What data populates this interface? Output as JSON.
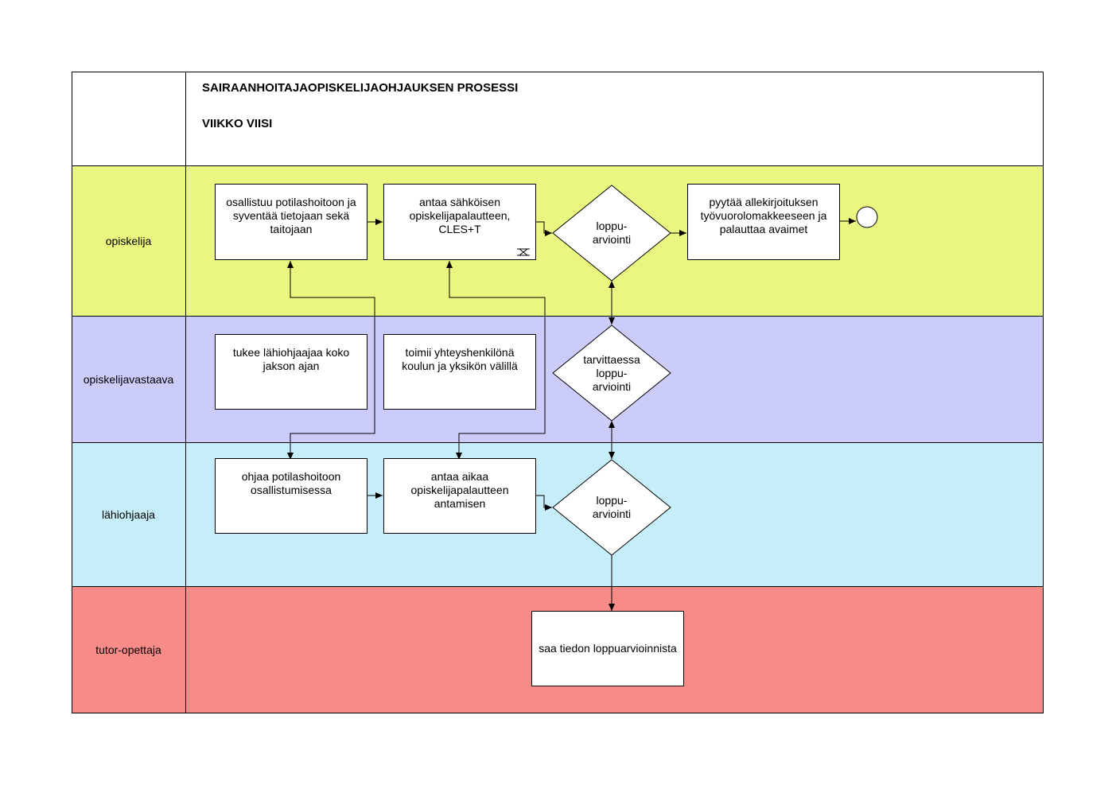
{
  "diagram": {
    "title": "SAIRAANHOITAJAOPISKELIJAOHJAUKSEN PROSESSI",
    "subtitle": "VIIKKO VIISI",
    "lanes": [
      {
        "label": "opiskelija",
        "color": "#e9f780"
      },
      {
        "label": "opiskelijavastaava",
        "color": "#ccccfb"
      },
      {
        "label": "lähiohjaaja",
        "color": "#c6eefa"
      },
      {
        "label": "tutor-opettaja",
        "color": "#f78b88"
      }
    ],
    "nodes": {
      "participate_care": "osallistuu potilashoitoon ja syventää tietojaan sekä taitojaan",
      "electronic_feedback": "antaa sähköisen opiskelijapalautteen, CLES+T",
      "final_eval_student": "loppu-\narviointi",
      "request_signature": "pyytää allekirjoituksen työvuorolomakkeeseen ja palauttaa avaimet",
      "support_supervisor": "tukee lähiohjaajaa koko jakson ajan",
      "contact_person": "toimii yhteyshenkilönä koulun ja yksikön välillä",
      "final_eval_if_needed": "tarvittaessa\nloppu-\narviointi",
      "guide_care": "ohjaa potilashoitoon osallistumisessa",
      "give_time_feedback": "antaa aikaa opiskelijapalautteen antamisen",
      "final_eval_supervisor": "loppu-\narviointi",
      "receive_info": "saa tiedon loppuarvioinnista"
    }
  }
}
